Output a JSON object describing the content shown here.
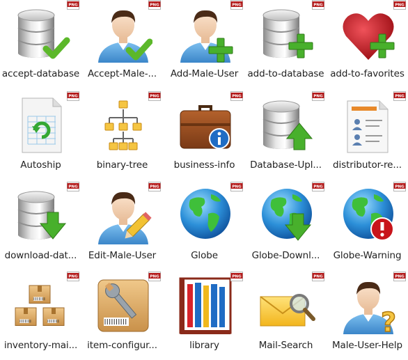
{
  "badge_text": "PNG",
  "colors": {
    "check_green": "#5cb82a",
    "plus_green": "#48b02c",
    "heart_red": "#c4161c",
    "info_blue": "#1f6cc4",
    "warn_red": "#c8141a",
    "folder_yellow": "#f5c542",
    "shirt_blue": "#5aa6e0"
  },
  "items": [
    {
      "label": "accept-database",
      "icon": "database-check-icon"
    },
    {
      "label": "Accept-Male-...",
      "icon": "user-check-icon"
    },
    {
      "label": "Add-Male-User",
      "icon": "user-add-icon"
    },
    {
      "label": "add-to-database",
      "icon": "database-add-icon"
    },
    {
      "label": "add-to-favorites",
      "icon": "heart-add-icon"
    },
    {
      "label": "Autoship",
      "icon": "document-refresh-icon"
    },
    {
      "label": "binary-tree",
      "icon": "tree-diagram-icon"
    },
    {
      "label": "business-info",
      "icon": "briefcase-info-icon"
    },
    {
      "label": "Database-Upl...",
      "icon": "database-upload-icon"
    },
    {
      "label": "distributor-re...",
      "icon": "document-users-icon"
    },
    {
      "label": "download-dat...",
      "icon": "database-download-icon"
    },
    {
      "label": "Edit-Male-User",
      "icon": "user-edit-icon"
    },
    {
      "label": "Globe",
      "icon": "globe-icon"
    },
    {
      "label": "Globe-Downl...",
      "icon": "globe-download-icon"
    },
    {
      "label": "Globe-Warning",
      "icon": "globe-warning-icon"
    },
    {
      "label": "inventory-mai...",
      "icon": "boxes-icon"
    },
    {
      "label": "item-configur...",
      "icon": "box-wrench-icon"
    },
    {
      "label": "library",
      "icon": "books-icon"
    },
    {
      "label": "Mail-Search",
      "icon": "mail-search-icon"
    },
    {
      "label": "Male-User-Help",
      "icon": "user-help-icon"
    }
  ]
}
